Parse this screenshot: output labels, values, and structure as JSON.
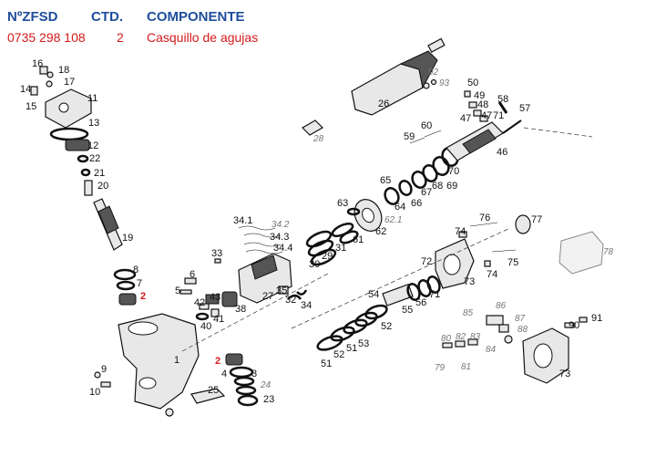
{
  "header": {
    "col_part_no": "NºZFSD",
    "col_qty": "CTD.",
    "col_component": "COMPONENTE"
  },
  "row": {
    "part_no": "0735 298 108",
    "qty": "2",
    "component": "Casquillo de agujas"
  },
  "labels": {
    "l16": "16",
    "l18": "18",
    "l17": "17",
    "l14": "14",
    "l15": "15",
    "l11": "11",
    "l13": "13",
    "l12": "12",
    "l22": "22",
    "l21": "21",
    "l20": "20",
    "l19": "19",
    "l8": "8",
    "l7": "7",
    "l2a": "2",
    "l2b": "2",
    "l1": "1",
    "l9": "9",
    "l10": "10",
    "l4": "4",
    "l3": "3",
    "l24": "24",
    "l23": "23",
    "l25": "25",
    "l6": "6",
    "l5": "5",
    "l42": "42",
    "l41": "41",
    "l40": "40",
    "l43": "43",
    "l38": "38",
    "l33": "33",
    "l341": "34.1",
    "l342": "34.2",
    "l343": "34.3",
    "l344": "34.4",
    "l27": "27",
    "l35": "35",
    "l32": "32",
    "l34": "34",
    "l30": "30",
    "l29": "29",
    "l31": "31",
    "l61": "61",
    "l621": "62.1",
    "l62": "62",
    "l63": "63",
    "l64": "64",
    "l65": "65",
    "l66": "66",
    "l67": "67",
    "l68": "68",
    "l69": "69",
    "l70": "70",
    "l26": "26",
    "l92": "92",
    "l93": "93",
    "l28": "28",
    "l59": "59",
    "l60": "60",
    "l50": "50",
    "l49": "49",
    "l48": "48",
    "l47a": "47",
    "l47b": "47",
    "l71a": "71",
    "l58": "58",
    "l57": "57",
    "l46": "46",
    "l76": "76",
    "l77": "77",
    "l74a": "74",
    "l74b": "74",
    "l72": "72",
    "l75": "75",
    "l73a": "73",
    "l78": "78",
    "l54": "54",
    "l55": "55",
    "l56": "56",
    "l71b": "71",
    "l52a": "52",
    "l53": "53",
    "l51a": "51",
    "l52b": "52",
    "l51b": "51",
    "l86": "86",
    "l85": "85",
    "l87": "87",
    "l88": "88",
    "l84": "84",
    "l83": "83",
    "l82": "82",
    "l80": "80",
    "l79": "79",
    "l81": "81",
    "l90": "90",
    "l91": "91",
    "l73b": "73"
  }
}
